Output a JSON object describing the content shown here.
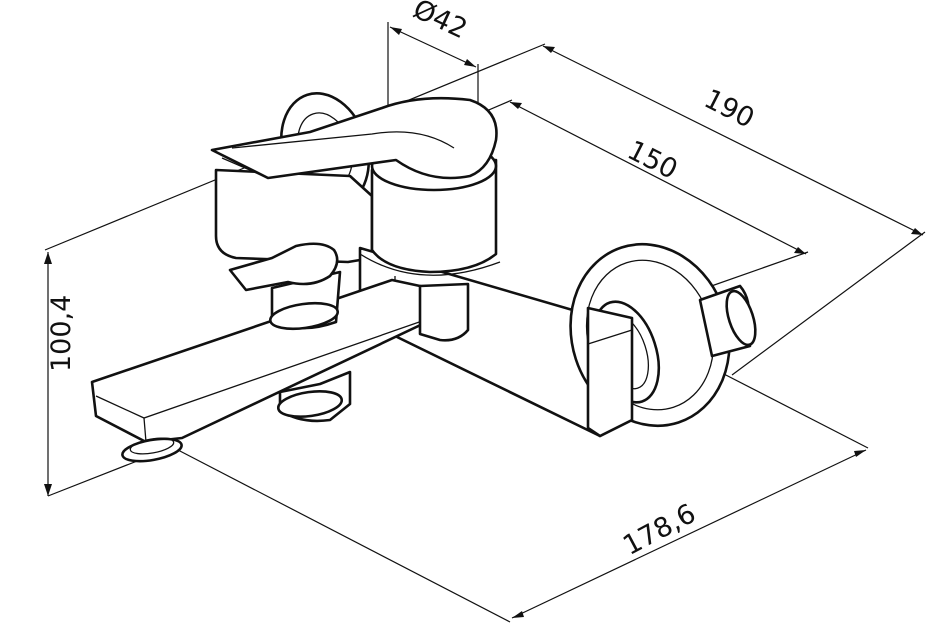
{
  "dimensions": {
    "diameter": "Ø42",
    "length_total": "190",
    "length_body": "150",
    "spout_length": "178,6",
    "height": "100,4"
  },
  "colors": {
    "line": "#111111",
    "background": "#ffffff"
  }
}
